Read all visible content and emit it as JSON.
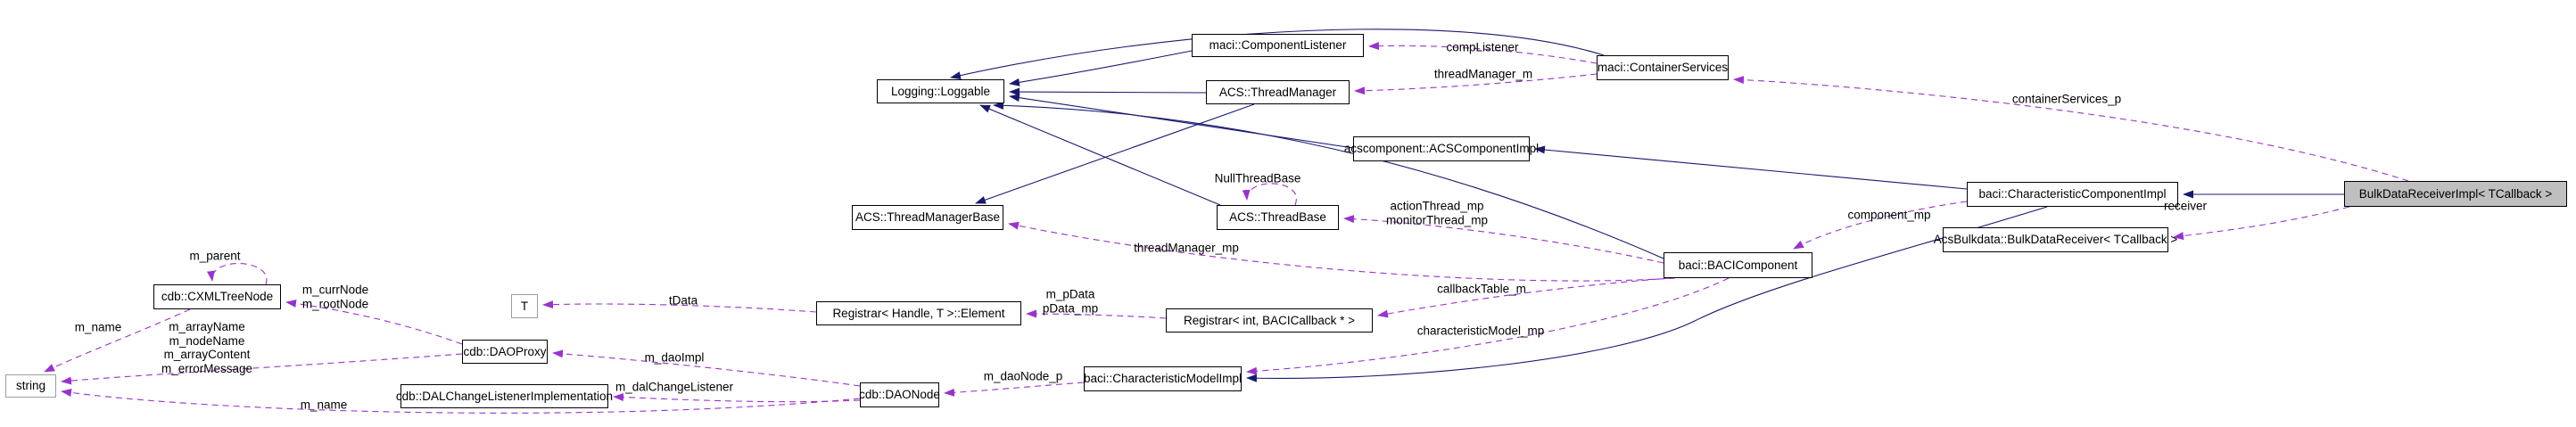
{
  "nodes": {
    "component_listener": "maci::ComponentListener",
    "loggable": "Logging::Loggable",
    "thread_manager": "ACS::ThreadManager",
    "container_services": "maci::ContainerServices",
    "acs_component_impl": "acscomponent::ACSComponentImpl",
    "thread_manager_base": "ACS::ThreadManagerBase",
    "thread_base": "ACS::ThreadBase",
    "characteristic_component_impl": "baci::CharacteristicComponentImpl",
    "bulk_data_receiver_impl": "BulkDataReceiverImpl< TCallback >",
    "acs_bulkdata_receiver": "AcsBulkdata::BulkDataReceiver< TCallback >",
    "baci_component": "baci::BACIComponent",
    "cxml_tree_node": "cdb::CXMLTreeNode",
    "template_t": "T",
    "registrar_element": "Registrar< Handle, T >::Element",
    "registrar_int": "Registrar< int, BACICallback * >",
    "dao_proxy": "cdb::DAOProxy",
    "string_type": "string",
    "dal_change_listener_impl": "cdb::DALChangeListenerImplementation",
    "dao_node": "cdb::DAONode",
    "characteristic_model_impl": "baci::CharacteristicModelImpl"
  },
  "edge_labels": {
    "comp_listener": "compListener",
    "thread_manager_m": "threadManager_m",
    "container_services_p": "containerServices_p",
    "null_thread_base": "NullThreadBase",
    "action_monitor": [
      "actionThread_mp",
      "monitorThread_mp"
    ],
    "thread_manager_mp": "threadManager_mp",
    "component_mp": "component_mp",
    "receiver": "receiver",
    "m_parent": "m_parent",
    "curr_root": [
      "m_currNode",
      "m_rootNode"
    ],
    "t_data": "tData",
    "pdata": [
      "m_pData",
      "pData_mp"
    ],
    "callback_table_m": "callbackTable_m",
    "characteristic_model_mp": "characteristicModel_mp",
    "m_name_tree": "m_name",
    "proxy_strings": [
      "m_arrayName",
      "m_nodeName",
      "m_arrayContent",
      "m_errorMessage"
    ],
    "m_name_node": "m_name",
    "m_dao_impl": "m_daoImpl",
    "m_dal_change_listener": "m_dalChangeListener",
    "m_dao_node_p": "m_daoNode_p"
  },
  "colors": {
    "inheritance_edge": "#191970",
    "usage_edge": "#9a32cd",
    "highlighted_node_fill": "#bfbfbf",
    "node_border": "#000000",
    "template_node_border": "#9e9e9e",
    "background": "#ffffff"
  }
}
